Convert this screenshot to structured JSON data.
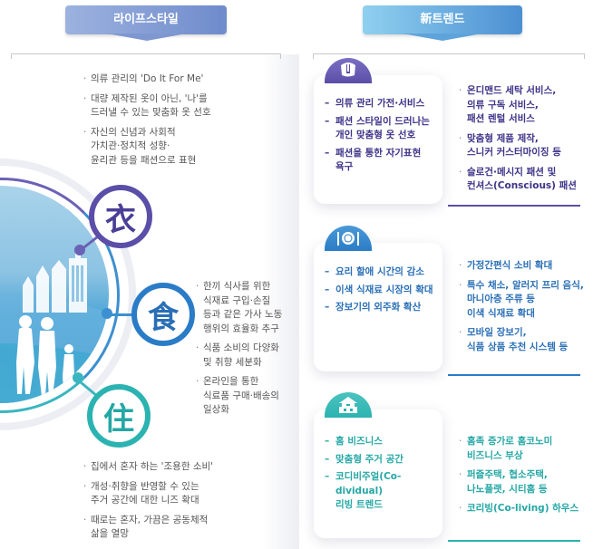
{
  "headers": {
    "left": "라이프스타일",
    "right": "新트렌드"
  },
  "colors": {
    "clothing": "#5b4ea8",
    "food": "#2a7cc6",
    "housing": "#2bb3b1",
    "body_text": "#555555"
  },
  "lifestyle": {
    "clothing": {
      "hanja": "衣",
      "items": [
        "의류 관리의 'Do It For Me'",
        "대량 제작된 옷이 아닌, '나'를\n드러낼 수 있는 맞춤화 옷 선호",
        "자신의 신념과 사회적\n가치관·정치적 성향·\n윤리관 등을 패션으로 표현"
      ]
    },
    "food": {
      "hanja": "食",
      "items": [
        "한끼 식사를 위한\n식재료 구입·손질\n등과 같은 가사 노동\n행위의 효율화 추구",
        "식품 소비의 다양화\n및 취향 세분화",
        "온라인을 통한\n식료품 구매·배송의\n일상화"
      ]
    },
    "housing": {
      "hanja": "住",
      "items": [
        "집에서 혼자 하는 '조용한 소비'",
        "개성·취향을 반영할 수 있는\n주거 공간에 대한 니즈 확대",
        "때로는 혼자, 가끔은 공동체적\n삶을 열망"
      ]
    }
  },
  "trends": {
    "clothing": {
      "icon": "clothing-icon",
      "card_items": [
        "의류 관리 가전·서비스",
        "패션 스타일이 드러나는\n개인 맞춤형 옷 선호",
        "패션을 통한 자기표현\n욕구"
      ],
      "services": [
        "온디맨드 세탁 서비스,\n의류 구독 서비스,\n패션 렌털 서비스",
        "맞춤형 제품 제작,\n스니커 커스터마이징 등",
        "슬로건·메시지 패션 및\n컨셔스(Conscious) 패션"
      ]
    },
    "food": {
      "icon": "dining-icon",
      "card_items": [
        "요리 할애 시간의 감소",
        "이색 식재료 시장의 확대",
        "장보기의 외주화 확산"
      ],
      "services": [
        "가정간편식 소비 확대",
        "특수 채소, 알러지 프리 음식,\n마니아층 주류 등\n이색 식재료 확대",
        "모바일 장보기,\n식품 상품 추천 시스템 등"
      ]
    },
    "housing": {
      "icon": "house-icon",
      "card_items": [
        "홈 비즈니스",
        "맞춤형 주거 공간",
        "코디비주얼(Co-dividual)\n리빙 트렌드"
      ],
      "services": [
        "홈족 증가로 홈코노미\n비즈니스 부상",
        "퍼즐주택, 협소주택,\n나노플랫, 시티홈 등",
        "코리빙(Co-living) 하우스"
      ]
    }
  },
  "symbols": {
    "bullet": "·",
    "dash": "–"
  }
}
